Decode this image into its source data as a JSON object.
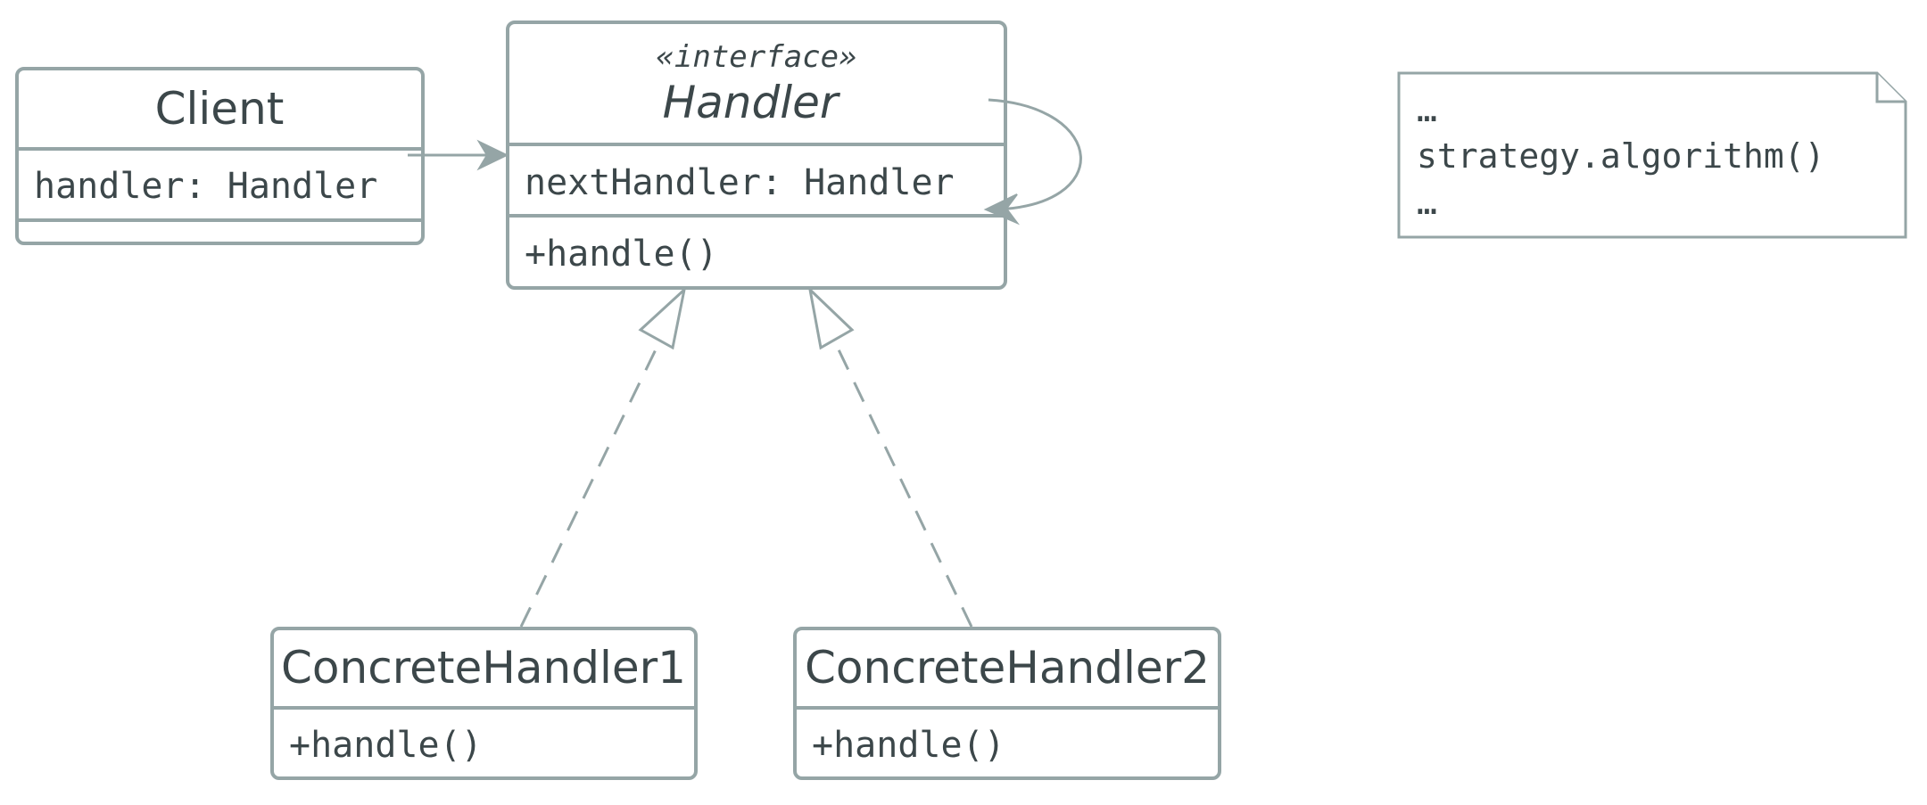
{
  "diagram": {
    "client": {
      "name": "Client",
      "attributes": [
        "handler: Handler"
      ]
    },
    "handler": {
      "stereotype": "«interface»",
      "name": "Handler",
      "attributes": [
        "nextHandler: Handler"
      ],
      "methods": [
        "+handle()"
      ]
    },
    "concrete_handler_1": {
      "name": "ConcreteHandler1",
      "methods": [
        "+handle()"
      ]
    },
    "concrete_handler_2": {
      "name": "ConcreteHandler2",
      "methods": [
        "+handle()"
      ]
    },
    "note": {
      "lines": [
        "…",
        "strategy.algorithm()",
        "…"
      ]
    },
    "colors": {
      "stroke": "#95a5a6",
      "text": "#3c474a",
      "background": "#ffffff"
    }
  }
}
